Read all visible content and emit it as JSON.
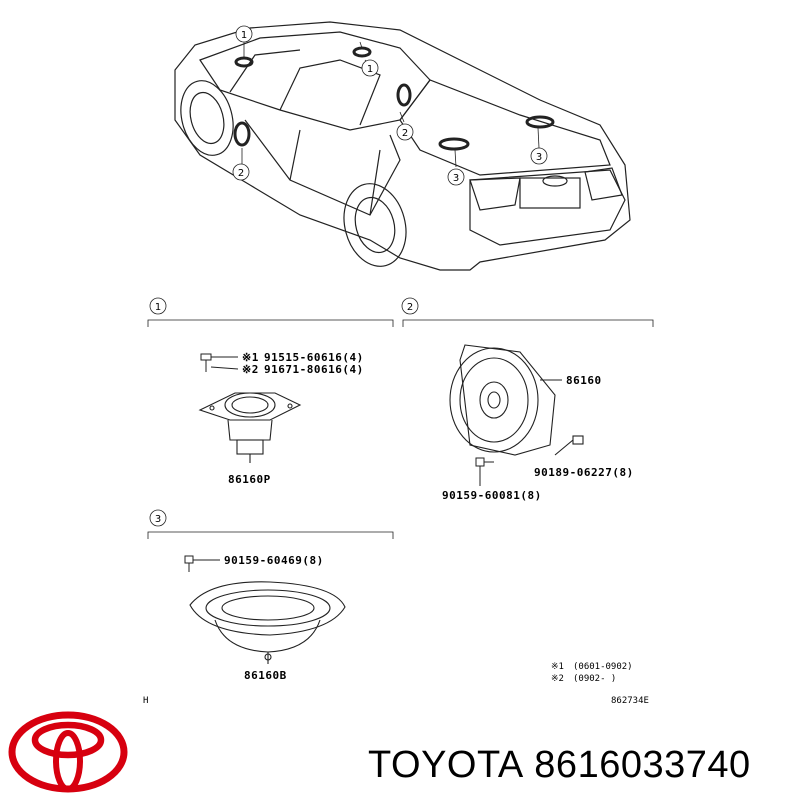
{
  "callouts": {
    "c1": "1",
    "c2": "2",
    "c3": "3"
  },
  "section1": {
    "note1_mark": "※1",
    "note1_part": "91515-60616(4)",
    "note2_mark": "※2",
    "note2_part": "91671-80616(4)",
    "main_part": "86160P"
  },
  "section2": {
    "main_part": "86160",
    "clip_part": "90189-06227(8)",
    "screw_part": "90159-60081(8)"
  },
  "section3": {
    "screw_part": "90159-60469(8)",
    "main_part": "86160B"
  },
  "footnotes": {
    "n1_mark": "※1",
    "n1_range": "(0601-0902)",
    "n2_mark": "※2",
    "n2_range": "(0902-      )"
  },
  "footer": {
    "h_label": "H",
    "diagram_code": "862734E"
  },
  "brand": {
    "name": "TOYOTA",
    "part_number": "8616033740",
    "logo_color": "#d7000f"
  }
}
